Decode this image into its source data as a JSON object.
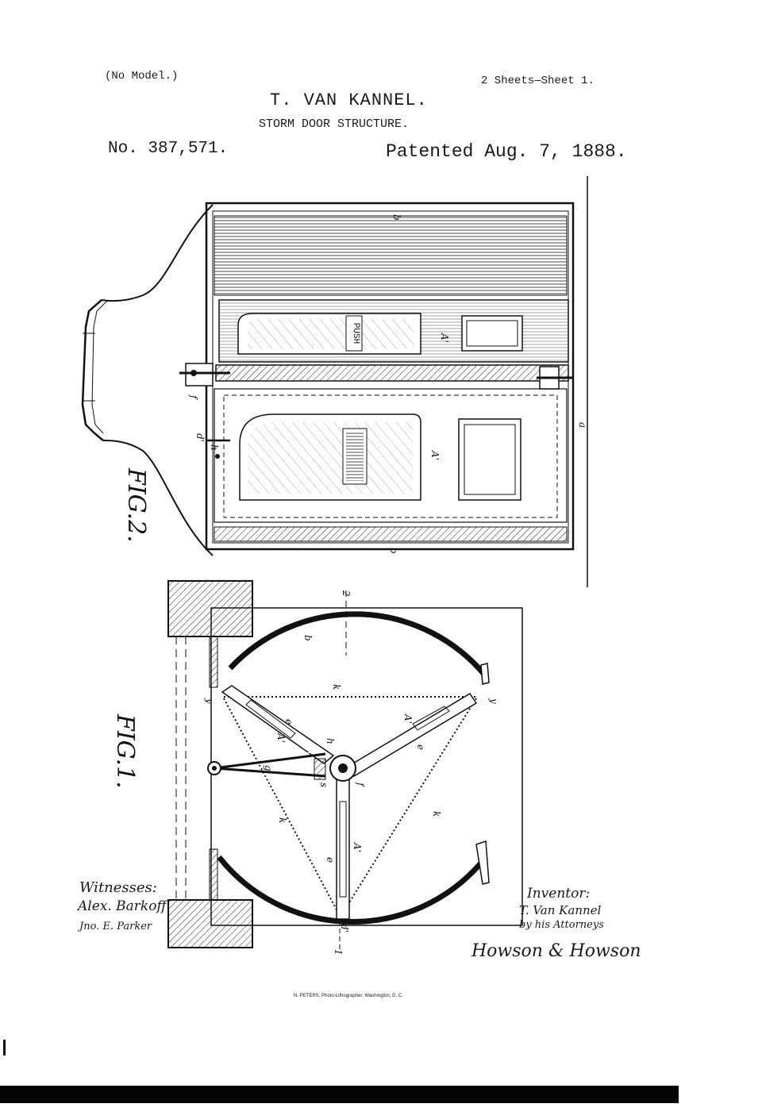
{
  "header": {
    "no_model": "(No Model.)",
    "sheets": "2 Sheets—Sheet 1.",
    "inventor_name": "T. VAN KANNEL.",
    "title": "STORM DOOR STRUCTURE.",
    "patent_number": "No. 387,571.",
    "patent_date": "Patented Aug. 7, 1888."
  },
  "figures": {
    "fig2_label": "FIG.2.",
    "fig1_label": "FIG.1.",
    "push_sign": "PUSH"
  },
  "reference_letters": {
    "b": "b",
    "a": "a",
    "A_prime": "A'",
    "d_prime": "d'",
    "f": "f",
    "k": "k",
    "g": "g",
    "y": "y",
    "e": "e",
    "h": "h",
    "s": "s",
    "one": "1",
    "two": "2"
  },
  "signatures": {
    "witnesses_label": "Witnesses:",
    "witness_1": "Alex. Barkoff",
    "witness_2": "Jno. E. Parker",
    "inventor_label": "Inventor:",
    "inventor_signature": "T. Van Kannel",
    "attorneys_label": "by his Attorneys",
    "attorneys_signature": "Howson & Howson"
  },
  "footer": {
    "lithographer": "N. PETERS, Photo-Lithographer, Washington, D. C."
  },
  "colors": {
    "ink": "#1a1a1a",
    "paper": "#ffffff"
  }
}
